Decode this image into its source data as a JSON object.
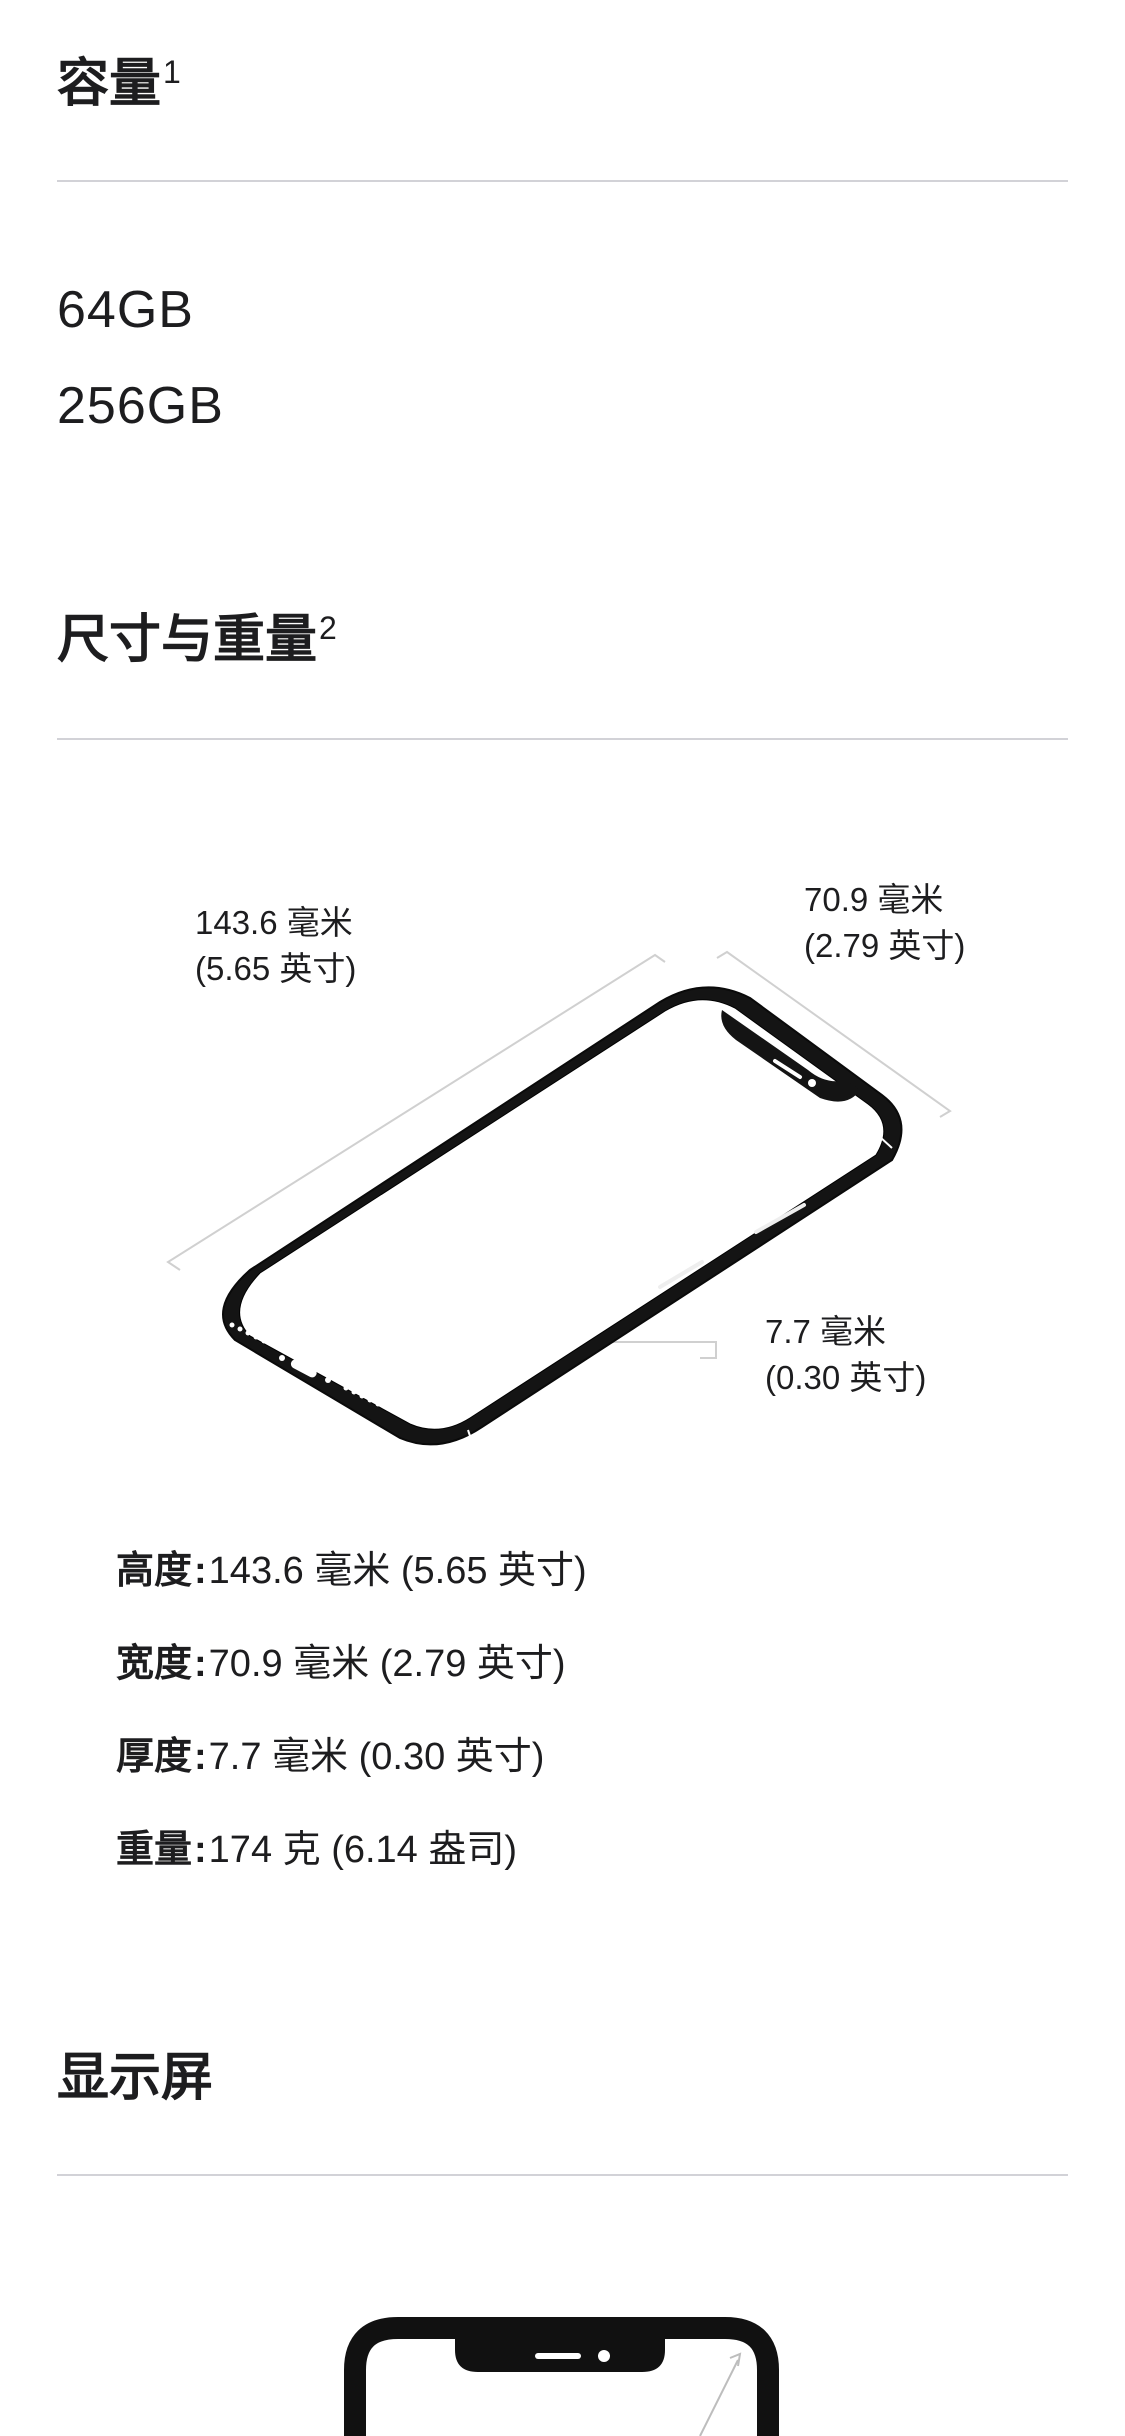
{
  "capacity": {
    "title": "容量",
    "footnote": "1",
    "options": [
      "64GB",
      "256GB"
    ]
  },
  "dimensions": {
    "title": "尺寸与重量",
    "footnote": "2",
    "diagram_labels": {
      "height_mm": "143.6 毫米",
      "height_in": "(5.65 英寸)",
      "width_mm": "70.9 毫米",
      "width_in": "(2.79 英寸)",
      "depth_mm": "7.7 毫米",
      "depth_in": "(0.30 英寸)"
    },
    "specs": [
      {
        "key": "高度",
        "value": "143.6 毫米 (5.65 英寸)"
      },
      {
        "key": "宽度",
        "value": "70.9 毫米 (2.79 英寸)"
      },
      {
        "key": "厚度",
        "value": "7.7 毫米 (0.30 英寸)"
      },
      {
        "key": "重量",
        "value": "174 克 (6.14 盎司)"
      }
    ],
    "separator": ":"
  },
  "display": {
    "title": "显示屏"
  },
  "colors": {
    "text": "#1d1d1f",
    "rule": "#d2d2d7",
    "phone_body": "#111111",
    "dimension_lines": "#cfcfcf"
  }
}
